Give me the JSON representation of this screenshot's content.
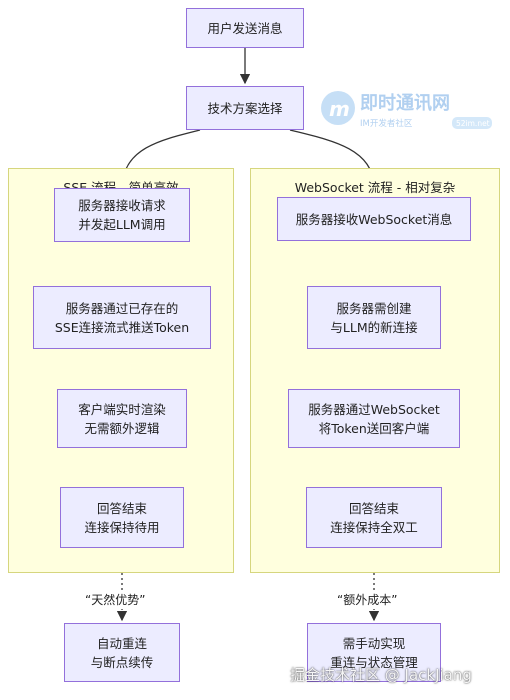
{
  "top": {
    "user_send": "用户发送消息",
    "choose": "技术方案选择"
  },
  "lanes": {
    "sse": {
      "title": "SSE 流程 - 简单高效",
      "steps": [
        [
          "服务器接收请求",
          "并发起LLM调用"
        ],
        [
          "服务器通过已存在的",
          "SSE连接流式推送Token"
        ],
        [
          "客户端实时渲染",
          "无需额外逻辑"
        ],
        [
          "回答结束",
          "连接保持待用"
        ]
      ],
      "edge_label": "“天然优势”",
      "outcome": [
        "自动重连",
        "与断点续传"
      ]
    },
    "ws": {
      "title": "WebSocket 流程 - 相对复杂",
      "steps": [
        [
          "服务器接收WebSocket消息"
        ],
        [
          "服务器需创建",
          "与LLM的新连接"
        ],
        [
          "服务器通过WebSocket",
          "将Token送回客户端"
        ],
        [
          "回答结束",
          "连接保持全双工"
        ]
      ],
      "edge_label": "“额外成本”",
      "outcome": [
        "需手动实现",
        "重连与状态管理"
      ]
    }
  },
  "watermarks": {
    "logo_text": "即时通讯网",
    "logo_sub": "IM开发者社区",
    "logo_badge": "52im.net",
    "footer": "掘金技术社区 @ JackJiang"
  },
  "colors": {
    "node_fill": "#ececff",
    "node_stroke": "#9370db",
    "lane_fill": "#ffffde",
    "lane_stroke": "#d6d67e",
    "edge": "#333333"
  }
}
